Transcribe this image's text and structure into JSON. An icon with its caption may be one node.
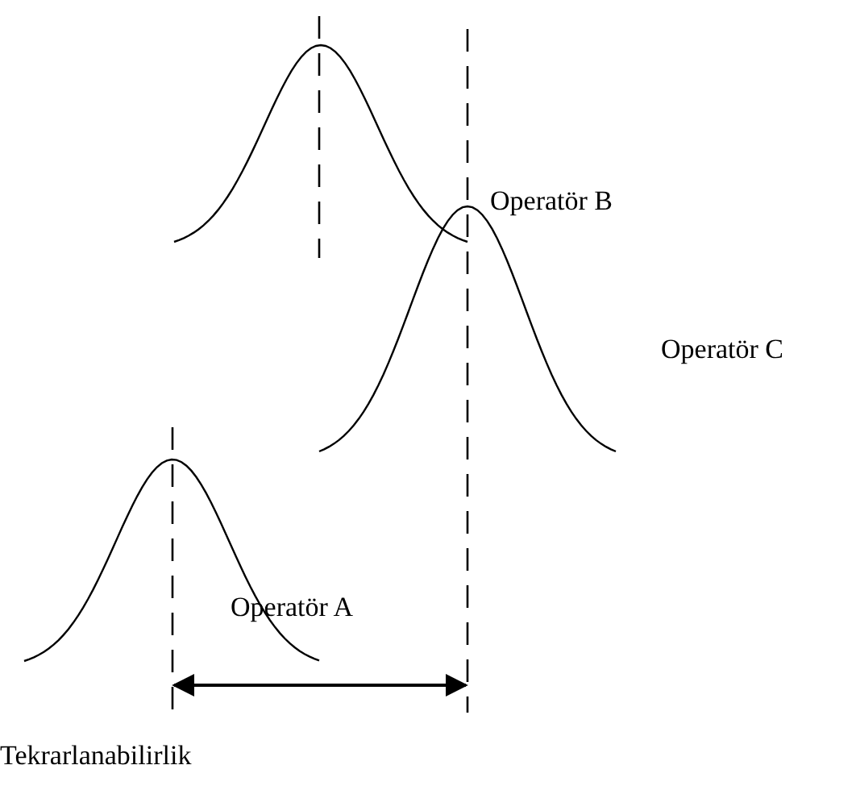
{
  "diagram": {
    "labels": [
      "Operatör B",
      "Operatör C",
      "Operatör A",
      "Tekrarlanabilirlik"
    ]
  }
}
